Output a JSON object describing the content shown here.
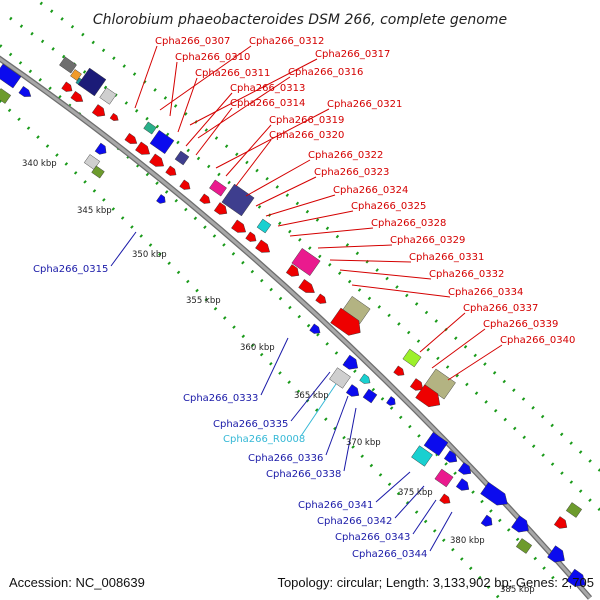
{
  "title": "Chlorobium phaeobacteroides DSM 266, complete genome",
  "footer": {
    "accession": "Accession: NC_008639",
    "stats": "Topology: circular; Length: 3,133,902 bp; Genes: 2,705"
  },
  "colors": {
    "forward_label": "#d40000",
    "reverse_label": "#1a1aa8",
    "rna_label": "#35b8d6",
    "backbone": "#8c8c8c",
    "tick_marks": "#1a9a1a"
  },
  "ticks": [
    {
      "label": "340 kbp"
    },
    {
      "label": "345 kbp"
    },
    {
      "label": "350 kbp"
    },
    {
      "label": "355 kbp"
    },
    {
      "label": "360 kbp"
    },
    {
      "label": "365 kbp"
    },
    {
      "label": "370 kbp"
    },
    {
      "label": "375 kbp"
    },
    {
      "label": "380 kbp"
    },
    {
      "label": "385 kbp"
    }
  ],
  "forward_labels": [
    {
      "label": "Cpha266_0307"
    },
    {
      "label": "Cpha266_0312"
    },
    {
      "label": "Cpha266_0310"
    },
    {
      "label": "Cpha266_0317"
    },
    {
      "label": "Cpha266_0311"
    },
    {
      "label": "Cpha266_0316"
    },
    {
      "label": "Cpha266_0313"
    },
    {
      "label": "Cpha266_0314"
    },
    {
      "label": "Cpha266_0321"
    },
    {
      "label": "Cpha266_0319"
    },
    {
      "label": "Cpha266_0320"
    },
    {
      "label": "Cpha266_0322"
    },
    {
      "label": "Cpha266_0323"
    },
    {
      "label": "Cpha266_0324"
    },
    {
      "label": "Cpha266_0325"
    },
    {
      "label": "Cpha266_0328"
    },
    {
      "label": "Cpha266_0329"
    },
    {
      "label": "Cpha266_0331"
    },
    {
      "label": "Cpha266_0332"
    },
    {
      "label": "Cpha266_0334"
    },
    {
      "label": "Cpha266_0337"
    },
    {
      "label": "Cpha266_0339"
    },
    {
      "label": "Cpha266_0340"
    }
  ],
  "reverse_labels": [
    {
      "label": "Cpha266_0315"
    },
    {
      "label": "Cpha266_0333"
    },
    {
      "label": "Cpha266_0335"
    },
    {
      "label": "Cpha266_R0008"
    },
    {
      "label": "Cpha266_0336"
    },
    {
      "label": "Cpha266_0338"
    },
    {
      "label": "Cpha266_0341"
    },
    {
      "label": "Cpha266_0342"
    },
    {
      "label": "Cpha266_0343"
    },
    {
      "label": "Cpha266_0344"
    }
  ]
}
